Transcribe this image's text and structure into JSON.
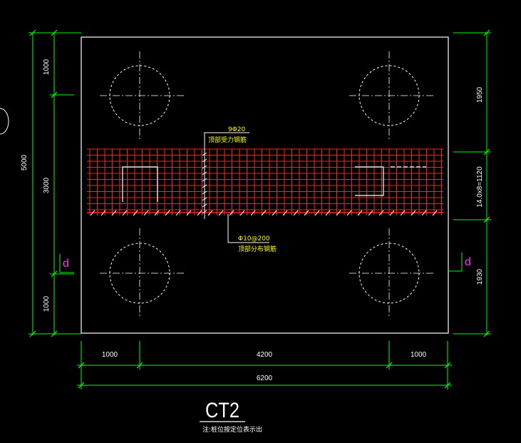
{
  "colors": {
    "background": "#000000",
    "outline": "#ffffff",
    "dimension": "#00ff00",
    "rebar": "#ff2222",
    "rebar_tick": "#ffffff",
    "leader": "#ffffff",
    "note": "#ffff00",
    "section_mark": "#ff33ff"
  },
  "dimensions": {
    "left_outer": "5000",
    "left_top": "1000",
    "left_mid": "3000",
    "left_bottom": "1000",
    "right_top": "1950",
    "right_mid": "14.0x8=1120",
    "right_bottom": "1930",
    "bottom_left": "1000",
    "bottom_mid": "4200",
    "bottom_right": "1000",
    "bottom_total": "6200"
  },
  "annotations": {
    "top_rebar_spec": "9Φ20",
    "top_rebar_desc": "顶部受力钢筋",
    "dist_rebar_spec": "Φ10@200",
    "dist_rebar_desc": "顶部分布钢筋"
  },
  "section_marks": {
    "left": "d",
    "right": "d"
  },
  "title": {
    "label": "CT2",
    "note": "注:桩位按定位表示出"
  }
}
